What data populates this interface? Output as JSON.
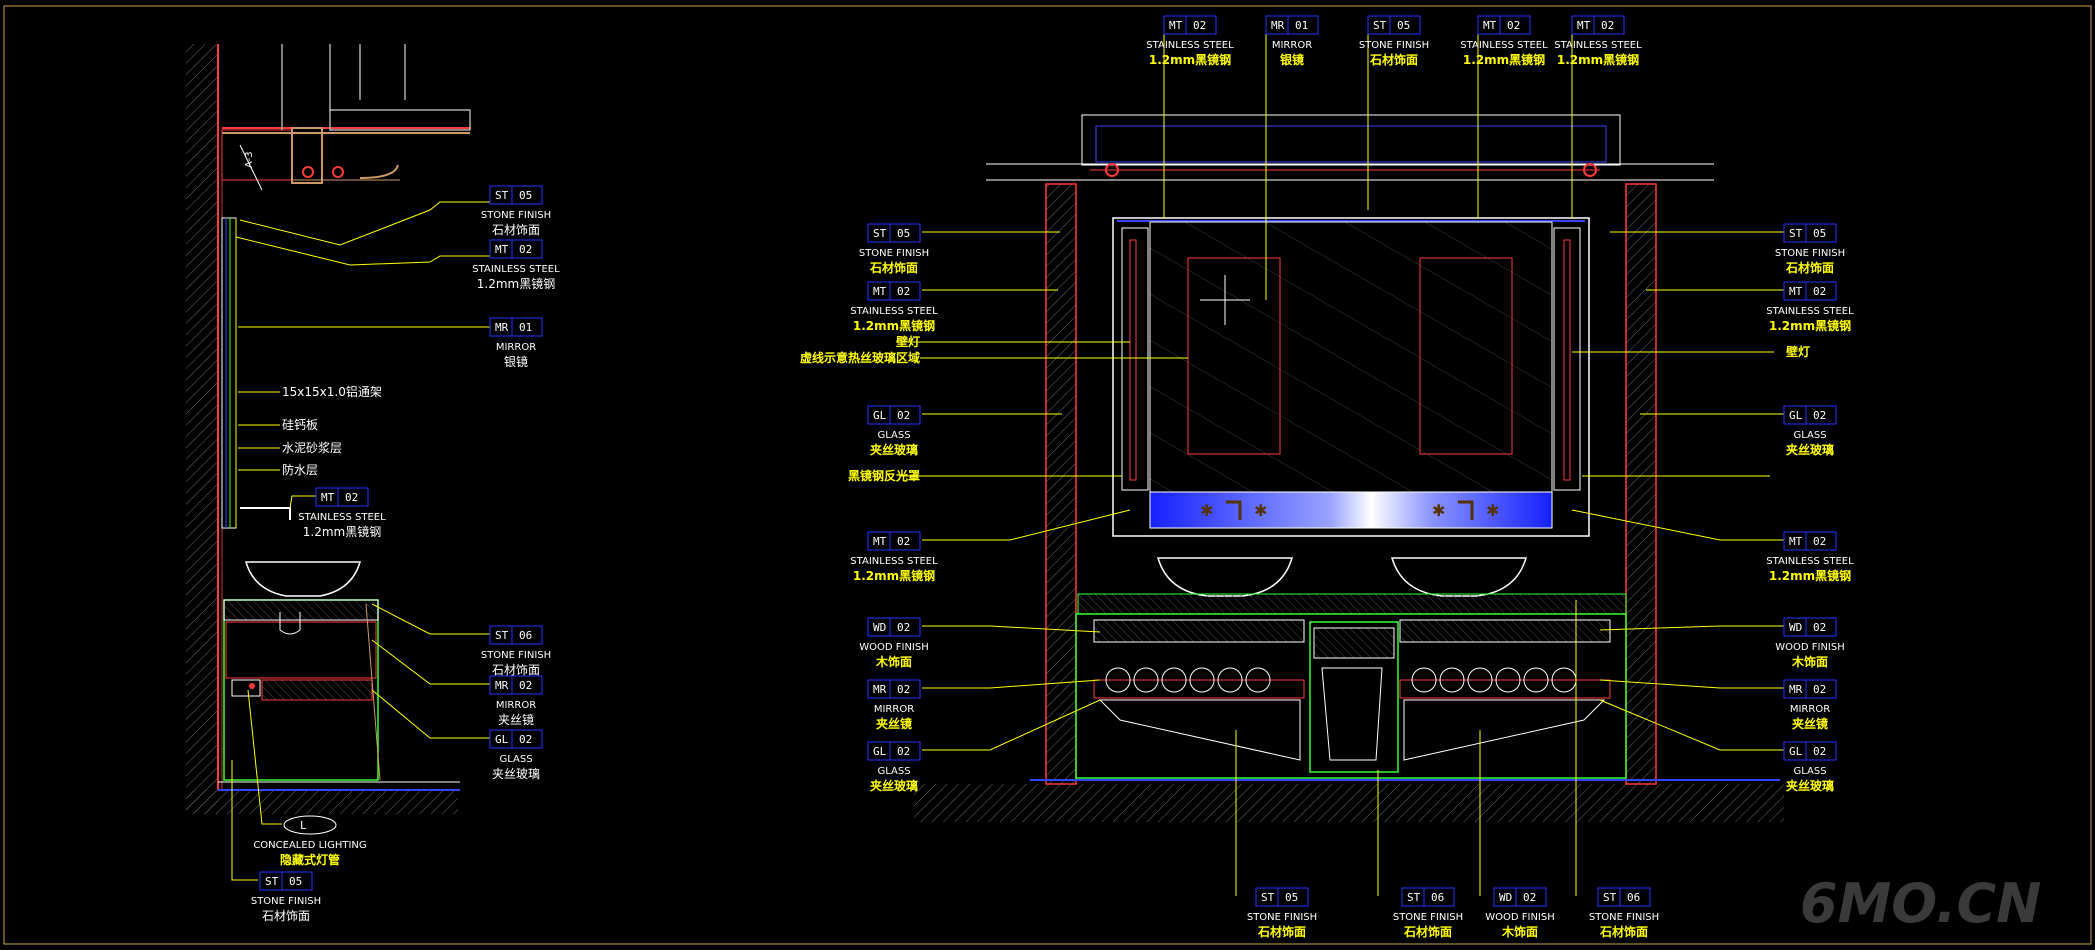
{
  "colors": {
    "background": "#000000",
    "leader": "#ffff00",
    "tag_box": "#2233ff",
    "wall": "#ff3b3b",
    "cabinet": "#33ff33",
    "glow": "#2a3bff"
  },
  "watermark": "6MO.CN",
  "section_marker": "A-3",
  "left_tags": [
    {
      "code": "ST",
      "num": "05",
      "en": "STONE FINISH",
      "cn": "石材饰面",
      "yellow": false
    },
    {
      "code": "MT",
      "num": "02",
      "en": "STAINLESS STEEL",
      "cn": "1.2mm黑镜钢",
      "yellow": false
    },
    {
      "code": "MR",
      "num": "01",
      "en": "MIRROR",
      "cn": "银镜",
      "yellow": false
    },
    {
      "code": "MT",
      "num": "02",
      "en": "STAINLESS STEEL",
      "cn": "1.2mm黑镜钢",
      "yellow": false
    },
    {
      "code": "ST",
      "num": "06",
      "en": "STONE FINISH",
      "cn": "石材饰面",
      "yellow": false
    },
    {
      "code": "MR",
      "num": "02",
      "en": "MIRROR",
      "cn": "夹丝镜",
      "yellow": false
    },
    {
      "code": "GL",
      "num": "02",
      "en": "GLASS",
      "cn": "夹丝玻璃",
      "yellow": false
    },
    {
      "code": "L",
      "num": "",
      "en": "CONCEALED LIGHTING",
      "cn": "隐藏式灯管",
      "yellow": true
    },
    {
      "code": "ST",
      "num": "05",
      "en": "STONE FINISH",
      "cn": "石材饰面",
      "yellow": false
    }
  ],
  "left_notes": [
    "15x15x1.0铝通架",
    "硅钙板",
    "水泥砂浆层",
    "防水层"
  ],
  "top_tags": [
    {
      "code": "MT",
      "num": "02",
      "en": "STAINLESS STEEL",
      "cn": "1.2mm黑镜钢",
      "yellow": true
    },
    {
      "code": "MR",
      "num": "01",
      "en": "MIRROR",
      "cn": "银镜",
      "yellow": true
    },
    {
      "code": "ST",
      "num": "05",
      "en": "STONE FINISH",
      "cn": "石材饰面",
      "yellow": true
    },
    {
      "code": "MT",
      "num": "02",
      "en": "STAINLESS STEEL",
      "cn": "1.2mm黑镜钢",
      "yellow": true
    },
    {
      "code": "MT",
      "num": "02",
      "en": "STAINLESS STEEL",
      "cn": "1.2mm黑镜钢",
      "yellow": true
    }
  ],
  "right_left_tags": [
    {
      "code": "ST",
      "num": "05",
      "en": "STONE FINISH",
      "cn": "石材饰面",
      "yellow": true
    },
    {
      "code": "MT",
      "num": "02",
      "en": "STAINLESS STEEL",
      "cn": "1.2mm黑镜钢",
      "yellow": true
    },
    {
      "code": "GL",
      "num": "02",
      "en": "GLASS",
      "cn": "夹丝玻璃",
      "yellow": true
    },
    {
      "code": "MT",
      "num": "02",
      "en": "STAINLESS STEEL",
      "cn": "1.2mm黑镜钢",
      "yellow": true
    },
    {
      "code": "WD",
      "num": "02",
      "en": "WOOD FINISH",
      "cn": "木饰面",
      "yellow": true
    },
    {
      "code": "MR",
      "num": "02",
      "en": "MIRROR",
      "cn": "夹丝镜",
      "yellow": true
    },
    {
      "code": "GL",
      "num": "02",
      "en": "GLASS",
      "cn": "夹丝玻璃",
      "yellow": true
    }
  ],
  "right_left_notes": [
    "壁灯",
    "虚线示意热丝玻璃区域",
    "黑镜钢反光罩"
  ],
  "right_right_tags": [
    {
      "code": "ST",
      "num": "05",
      "en": "STONE FINISH",
      "cn": "石材饰面",
      "yellow": true
    },
    {
      "code": "MT",
      "num": "02",
      "en": "STAINLESS STEEL",
      "cn": "1.2mm黑镜钢",
      "yellow": true
    },
    {
      "code": "GL",
      "num": "02",
      "en": "GLASS",
      "cn": "夹丝玻璃",
      "yellow": true
    },
    {
      "code": "MT",
      "num": "02",
      "en": "STAINLESS STEEL",
      "cn": "1.2mm黑镜钢",
      "yellow": true
    },
    {
      "code": "WD",
      "num": "02",
      "en": "WOOD FINISH",
      "cn": "木饰面",
      "yellow": true
    },
    {
      "code": "MR",
      "num": "02",
      "en": "MIRROR",
      "cn": "夹丝镜",
      "yellow": true
    },
    {
      "code": "GL",
      "num": "02",
      "en": "GLASS",
      "cn": "夹丝玻璃",
      "yellow": true
    }
  ],
  "right_right_notes": [
    "壁灯"
  ],
  "bottom_tags": [
    {
      "code": "ST",
      "num": "05",
      "en": "STONE FINISH",
      "cn": "石材饰面",
      "yellow": true
    },
    {
      "code": "ST",
      "num": "06",
      "en": "STONE FINISH",
      "cn": "石材饰面",
      "yellow": true
    },
    {
      "code": "WD",
      "num": "02",
      "en": "WOOD FINISH",
      "cn": "木饰面",
      "yellow": true
    },
    {
      "code": "ST",
      "num": "06",
      "en": "STONE FINISH",
      "cn": "石材饰面",
      "yellow": true
    }
  ]
}
